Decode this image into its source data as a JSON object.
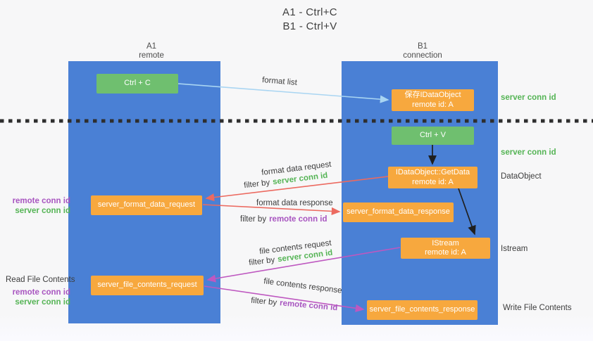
{
  "title": {
    "line1": "A1 - Ctrl+C",
    "line2": "B1 - Ctrl+V"
  },
  "columns": {
    "left": {
      "name": "A1",
      "sub": "remote"
    },
    "right": {
      "name": "B1",
      "sub": "connection"
    }
  },
  "nodes": {
    "ctrl_c": "Ctrl + C",
    "ctrl_v": "Ctrl + V",
    "save_idataobject": {
      "line1": "保存IDataObject",
      "line2": "remote id: A"
    },
    "getdata": {
      "line1": "IDataObject::GetData",
      "line2": "remote id: A"
    },
    "istream": {
      "line1": "IStream",
      "line2": "remote id: A"
    },
    "format_request": "server_format_data_request",
    "format_response": "server_format_data_response",
    "file_request": "server_file_contents_request",
    "file_response": "server_file_contents_response"
  },
  "labels": {
    "format_list": "format list",
    "format_data_request": "format data request",
    "format_data_response": "format data response",
    "file_contents_request": "file contents request",
    "file_contents_response": "file contents response",
    "filter_by": "filter by",
    "server_conn_id": "server conn id",
    "remote_conn_id": "remote conn id",
    "dataobject": "DataObject",
    "istream": "Istream",
    "read_file_contents": "Read File Contents",
    "write_file_contents": "Write File Contents"
  },
  "colors": {
    "lane_blue": "#4a80d5",
    "node_green": "#6fbf6f",
    "node_orange": "#f7a83e",
    "server_conn_green": "#55b455",
    "remote_conn_purple": "#a855c0",
    "arrow_red": "#ec6a60",
    "arrow_magenta": "#be58c0",
    "arrow_lightblue": "#a9d5f2",
    "arrow_black": "#1f1f1f"
  }
}
